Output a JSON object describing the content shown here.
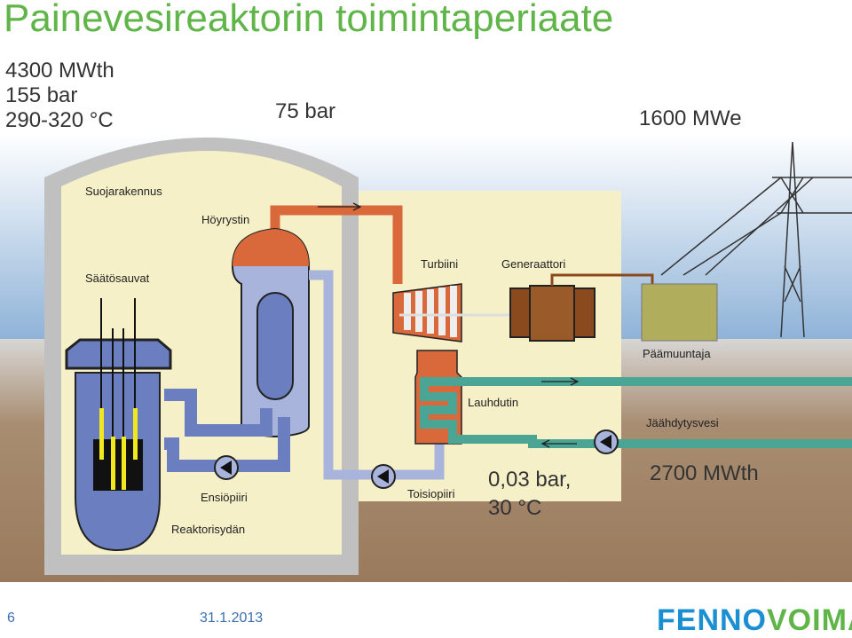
{
  "title": "Painevesireaktorin toimintaperiaate",
  "reactor_specs": [
    "4300 MWth",
    "155 bar",
    "290-320 °C"
  ],
  "steam_pressure": "75 bar",
  "electric_output": "1600 MWe",
  "condenser_specs": [
    "0,03 bar,",
    "30 °C"
  ],
  "cooling_heat": "2700 MWth",
  "labels": {
    "containment": "Suojarakennus",
    "steam_generator": "Höyrystin",
    "control_rods": "Säätösauvat",
    "turbine": "Turbiini",
    "generator": "Generaattori",
    "main_transformer": "Päämuuntaja",
    "condenser": "Lauhdutin",
    "cooling_water": "Jäähdytysvesi",
    "primary_circuit": "Ensiöpiiri",
    "secondary_circuit": "Toisiopiiri",
    "reactor_core": "Reaktorisydän"
  },
  "footer": {
    "slide_number": "6",
    "date": "31.1.2013",
    "logo": [
      "FENNO",
      "VOIMA"
    ]
  },
  "colors": {
    "title": "#5fb548",
    "steam": "#d9683a",
    "water": "#a9b4dc",
    "cooling": "#4aa595",
    "logo_blue": "#1a8fd2"
  }
}
